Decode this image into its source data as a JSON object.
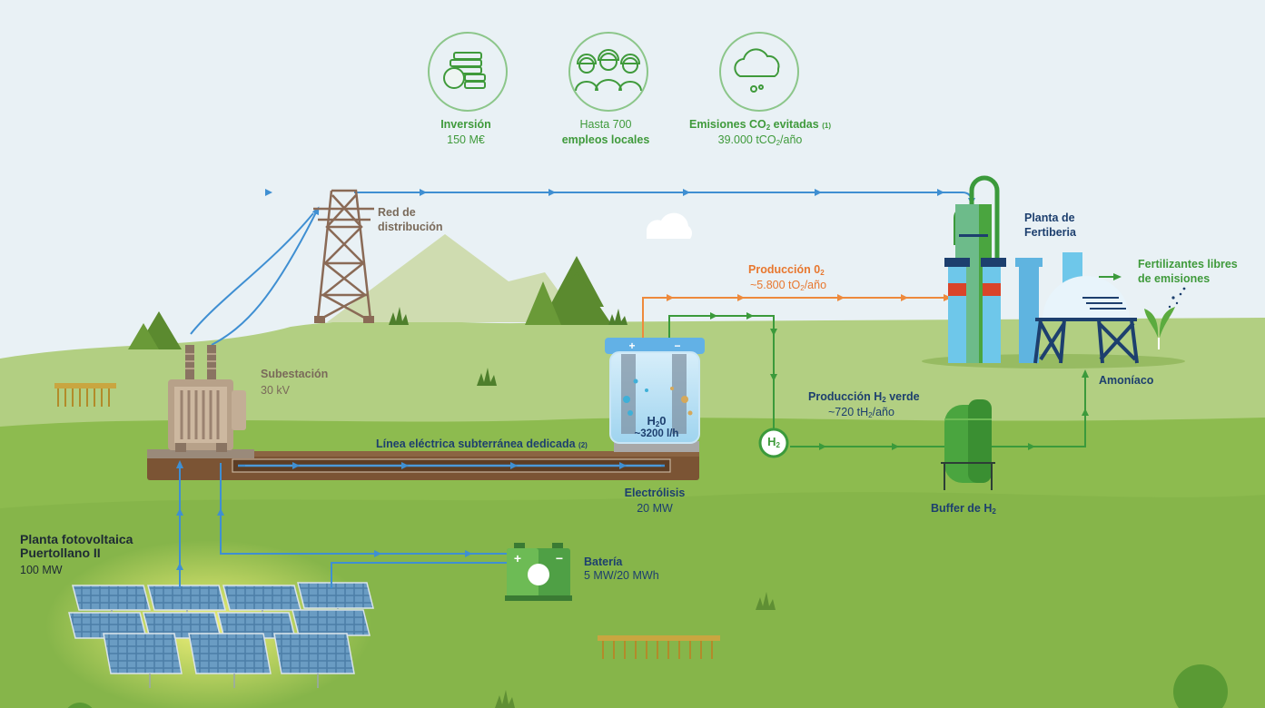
{
  "kpis": [
    {
      "icon": "coins-icon",
      "title": "Inversión",
      "value": "150 M€"
    },
    {
      "icon": "workers-icon",
      "line1": "Hasta 700",
      "line2": "empleos locales"
    },
    {
      "icon": "cloud-co2-icon",
      "title": "Emisiones CO",
      "title_sub": "2",
      "title_rest": " evitadas",
      "note": "(1)",
      "value": "39.000 tCO",
      "value_sub": "2",
      "value_rest": "/año"
    }
  ],
  "power_line": {
    "title_line1": "Red de",
    "title_line2": "distribución"
  },
  "substation": {
    "title": "Subestación",
    "value": "30 kV"
  },
  "cable": {
    "title": "Línea eléctrica subterránea dedicada",
    "note": "(2)"
  },
  "electrolyzer": {
    "title": "Electrólisis",
    "value": "20 MW",
    "tank_title": "H",
    "tank_sub": "2",
    "tank_rest": "0",
    "tank_value": "~3200 l/h"
  },
  "o2": {
    "title": "Producción 0",
    "title_sub": "2",
    "value": "~5.800 tO",
    "value_sub": "2",
    "value_rest": "/año"
  },
  "h2": {
    "title": "Producción H",
    "title_sub": "2",
    "title_rest": " verde",
    "value": "~720 tH",
    "value_sub": "2",
    "value_rest": "/año",
    "node_label": "H",
    "node_sub": "2"
  },
  "buffer": {
    "title": "Buffer de H",
    "title_sub": "2"
  },
  "plant": {
    "title_line1": "Planta de",
    "title_line2": "Fertiberia"
  },
  "ammonia": {
    "title": "Amoníaco"
  },
  "fertilizers": {
    "line1": "Fertilizantes libres",
    "line2": "de emisiones"
  },
  "solar": {
    "line1": "Planta fotovoltaica",
    "line2": "Puertollano II",
    "value": "100 MW"
  },
  "battery": {
    "title": "Batería",
    "value": "5 MW/20 MWh"
  },
  "colors": {
    "electric": "#3f8fd2",
    "hydrogen": "#3b9a3b",
    "oxygen": "#ee8a3c",
    "kpi_text": "#3f9a3b",
    "label": "#1d3f6e"
  }
}
